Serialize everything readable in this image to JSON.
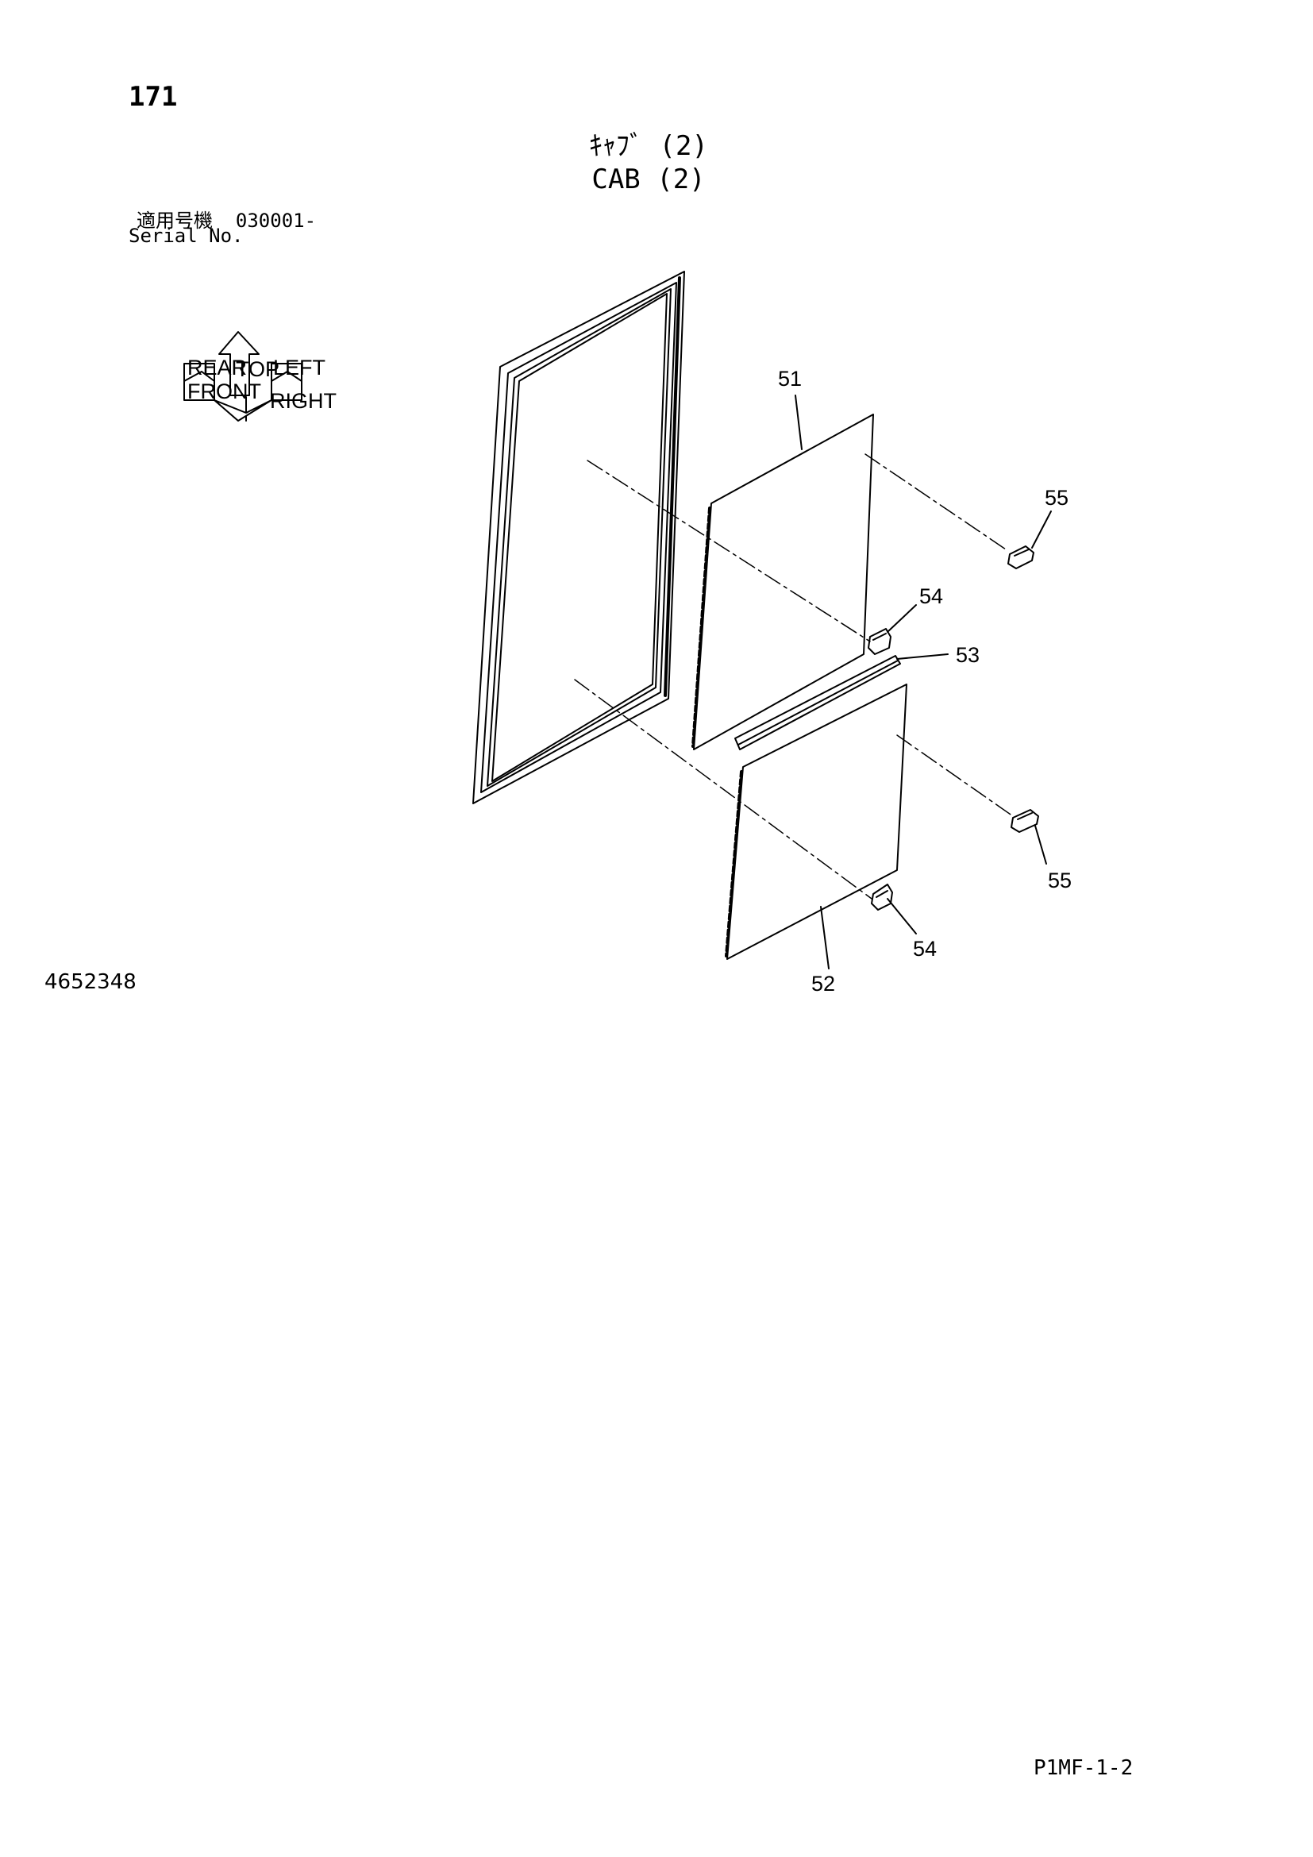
{
  "header": {
    "page_number": "171",
    "title_jp": "ｷｬﾌﾞ (2)",
    "title_en": "CAB (2)",
    "serial_label_jp": "適用号機",
    "serial_value": "030001-",
    "serial_label_en": "Serial No."
  },
  "orientation": {
    "labels": [
      "REAR",
      "TOP",
      "LEFT",
      "FRONT",
      "RIGHT"
    ]
  },
  "callouts": [
    "51",
    "55",
    "54",
    "53",
    "55",
    "54",
    "52"
  ],
  "footer": {
    "doc_number": "4652348",
    "page_code": "P1MF-1-2"
  },
  "colors": {
    "ink": "#000000",
    "paper": "#ffffff"
  }
}
